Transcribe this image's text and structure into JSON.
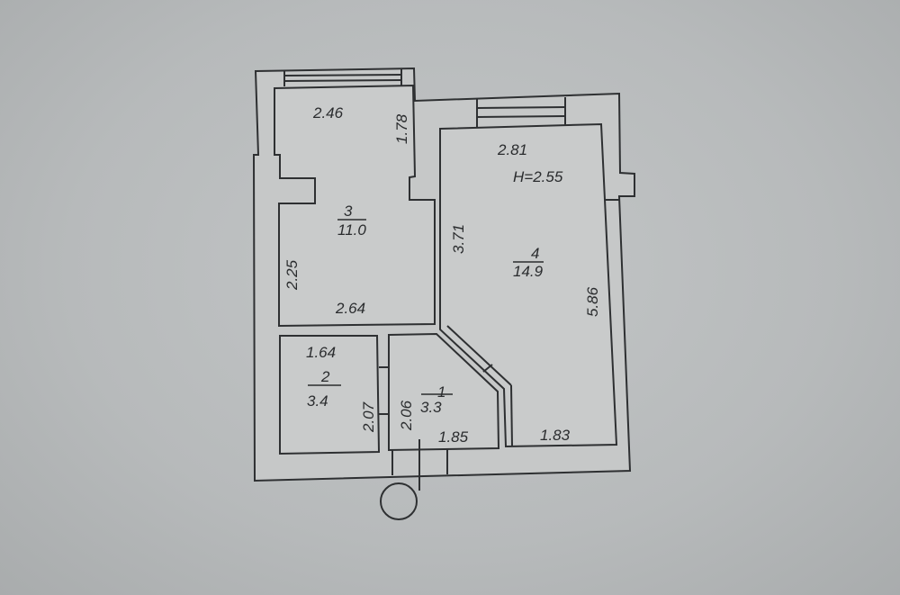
{
  "plan": {
    "ceiling_height": "H=2.55",
    "rooms": [
      {
        "number": "1",
        "area": "3.3"
      },
      {
        "number": "2",
        "area": "3.4"
      },
      {
        "number": "3",
        "area": "11.0"
      },
      {
        "number": "4",
        "area": "14.9"
      }
    ],
    "dimensions": {
      "room3_top": "2.46",
      "room3_right": "1.78",
      "room3_left": "2.25",
      "room3_bottom": "2.64",
      "room4_top": "2.81",
      "room4_left": "3.71",
      "room4_right": "5.86",
      "room4_bottom": "1.83",
      "room2_top": "1.64",
      "room2_right": "2.07",
      "room1_left": "2.06",
      "room1_bottom": "1.85"
    }
  }
}
